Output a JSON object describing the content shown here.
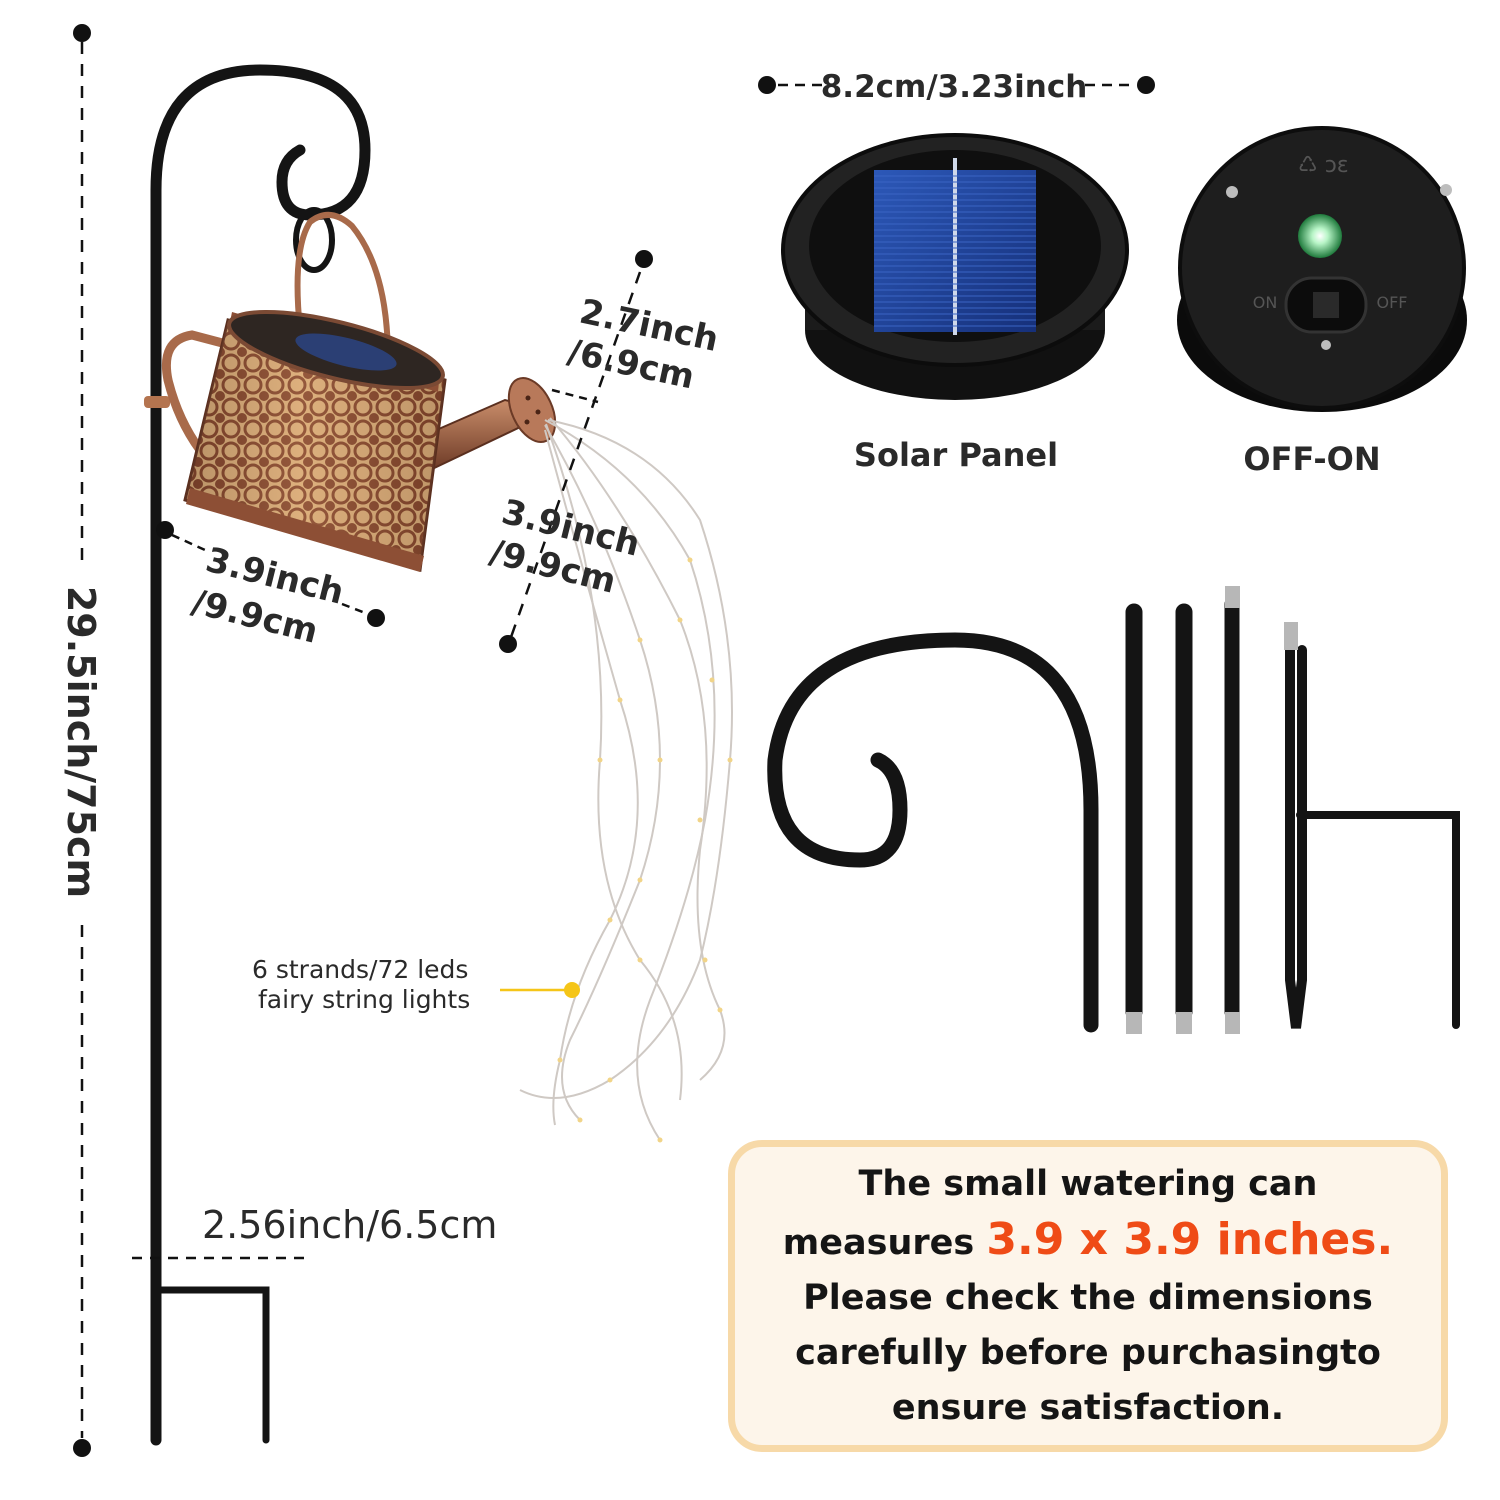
{
  "dimensions": {
    "total_height": "29.5inch/75cm",
    "panel_width": "8.2cm/3.23inch",
    "spout_a_line1": "2.7inch",
    "spout_a_line2": "/6.9cm",
    "spout_b_line1": "3.9inch",
    "spout_b_line2": "/9.9cm",
    "can_width_line1": "3.9inch",
    "can_width_line2": "/9.9cm",
    "stake_width": "2.56inch/6.5cm"
  },
  "labels": {
    "lights_line1": "6 strands/72 leds",
    "lights_line2": "fairy string lights",
    "solar_panel": "Solar Panel",
    "switch": "OFF-ON",
    "switch_on": "ON",
    "switch_off": "OFF"
  },
  "note": {
    "line1": "The small watering can",
    "line2_prefix": "measures",
    "line2_highlight": "3.9 x 3.9 inches.",
    "line3": "Please check the dimensions",
    "line4": "carefully before purchasingto",
    "line5": "ensure satisfaction."
  },
  "colors": {
    "accent": "#ef4b16",
    "box_border": "#f7d9a8",
    "box_fill": "#fdf5ea",
    "metal": "#141414",
    "copper": "#9a5a3c",
    "solar_blue": "#1f3f8f",
    "indicator_green": "#3fbf5f",
    "marker_yellow": "#f5c518"
  }
}
